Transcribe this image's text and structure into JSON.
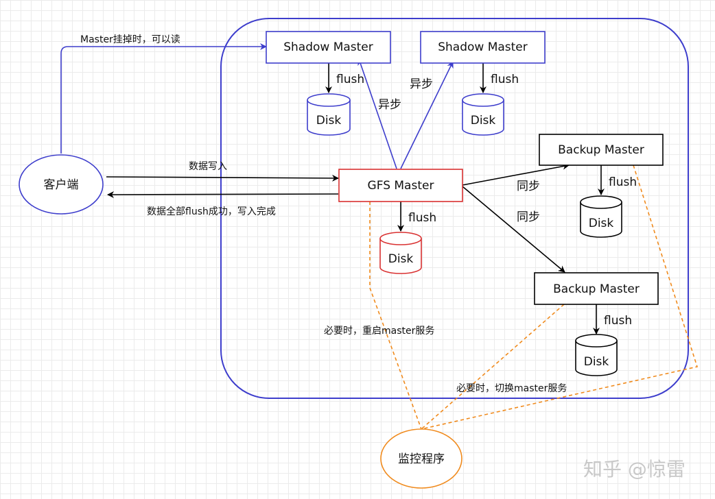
{
  "nodes": {
    "client": "客户端",
    "shadow_master_left": "Shadow Master",
    "shadow_master_right": "Shadow Master",
    "gfs_master": "GFS Master",
    "backup_master_top": "Backup Master",
    "backup_master_bottom": "Backup Master",
    "monitor": "监控程序",
    "disk": "Disk"
  },
  "edges": {
    "master_down_read": "Master挂掉时，可以读",
    "data_write": "数据写入",
    "flush_done": "数据全部flush成功，写入完成",
    "async": "异步",
    "sync": "同步",
    "flush": "flush",
    "restart_master": "必要时，重启master服务",
    "switch_master": "必要时，切换master服务"
  },
  "colors": {
    "system_boundary": "#3d3dcc",
    "shadow_master": "#3d3dcc",
    "gfs_master": "#d93030",
    "backup_master": "#000000",
    "monitor": "#f08a1c",
    "monitor_links": "#f08a1c",
    "watermark": "#c8c8c8"
  },
  "watermark": "知乎 @惊雷"
}
